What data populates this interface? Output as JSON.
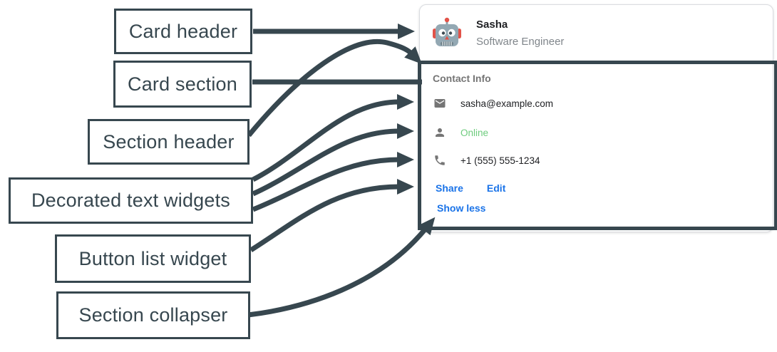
{
  "annotations": {
    "ink_color": "#37474F",
    "labels": [
      {
        "id": "card-header",
        "text": "Card header"
      },
      {
        "id": "card-section",
        "text": "Card section"
      },
      {
        "id": "section-header",
        "text": "Section header"
      },
      {
        "id": "decorated-text-widgets",
        "text": "Decorated text widgets"
      },
      {
        "id": "button-list-widget",
        "text": "Button list widget"
      },
      {
        "id": "section-collapser",
        "text": "Section collapser"
      }
    ]
  },
  "card": {
    "header": {
      "avatar_icon": "robot-avatar-icon",
      "name": "Sasha",
      "subtitle": "Software Engineer"
    },
    "section": {
      "title": "Contact Info",
      "rows": [
        {
          "icon": "email-icon",
          "text": "sasha@example.com"
        },
        {
          "icon": "person-icon",
          "text": "Online",
          "status_color": "#6DCB7D"
        },
        {
          "icon": "phone-icon",
          "text": "+1 (555) 555-1234"
        }
      ],
      "buttons": [
        {
          "label": "Share"
        },
        {
          "label": "Edit"
        }
      ],
      "collapser_label": "Show less"
    },
    "colors": {
      "link_blue": "#1A73E8",
      "online_green": "#6DCB7D",
      "muted_text": "#80868B",
      "icon_gray": "#757575",
      "card_border": "#DADCE0",
      "section_outline": "#37474F"
    }
  }
}
